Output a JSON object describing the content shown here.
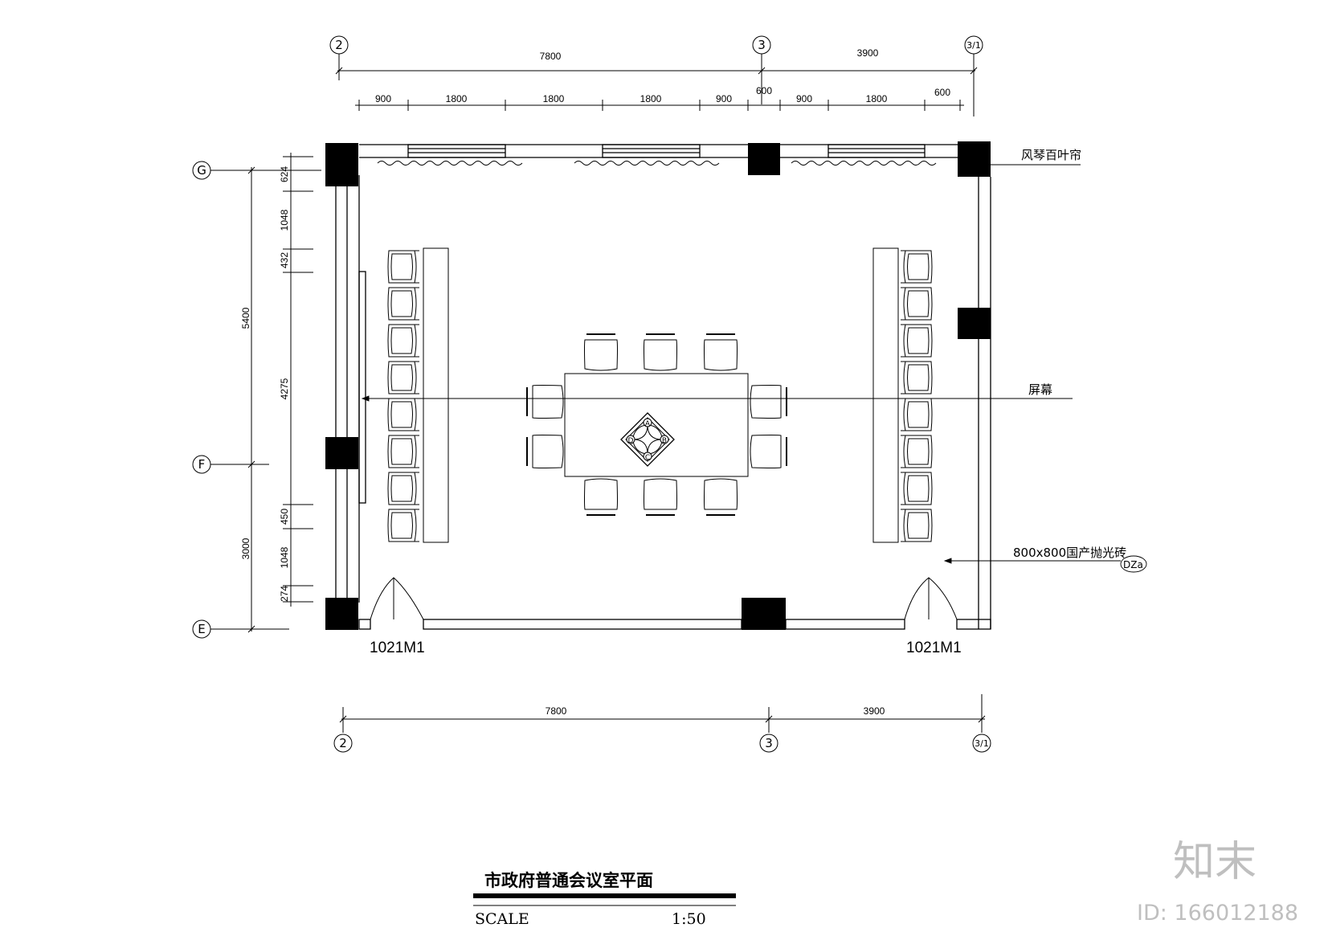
{
  "axes": {
    "top": [
      "2",
      "3",
      "3/1"
    ],
    "bottom": [
      "2",
      "3",
      "3/1"
    ],
    "left": [
      "G",
      "F",
      "E"
    ]
  },
  "dims": {
    "top_overall": [
      "7800",
      "3900"
    ],
    "top_detail": [
      "900",
      "1800",
      "1800",
      "1800",
      "900",
      "600",
      "900",
      "1800",
      "600"
    ],
    "bottom_overall": [
      "7800",
      "3900"
    ],
    "left_overall": [
      "5400",
      "3000"
    ],
    "left_detail": [
      "624",
      "1048",
      "432",
      "4275",
      "450",
      "1048",
      "274"
    ]
  },
  "labels": {
    "curtain": "风琴百叶帘",
    "screen": "屏幕",
    "tile": "800x800国产抛光砖",
    "tile_tag": "DZa",
    "door_left": "1021M1",
    "door_right": "1021M1",
    "diamond": [
      "A",
      "B",
      "C",
      "D"
    ]
  },
  "title": {
    "name": "市政府普通会议室平面",
    "scale_label": "SCALE",
    "scale_value": "1:50"
  },
  "watermark": {
    "brand": "知末",
    "id": "ID: 166012188"
  }
}
